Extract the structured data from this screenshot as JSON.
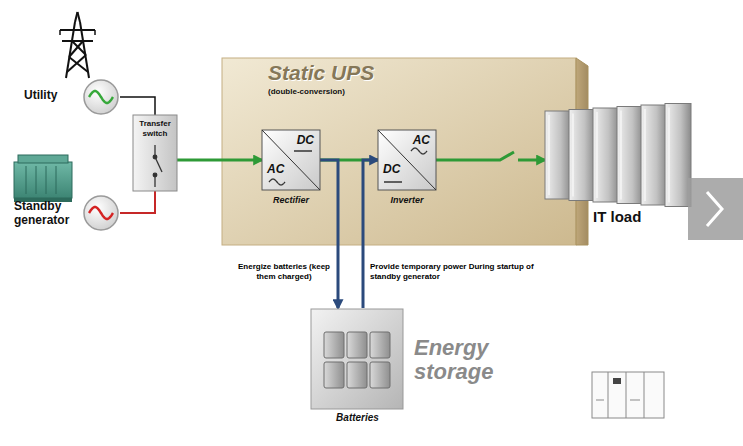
{
  "diagram": {
    "nodes": [
      {
        "text": [
          "Utility"
        ]
      },
      {
        "text": [
          "Standby generator"
        ]
      },
      {
        "text": [
          "Transfer switch"
        ]
      },
      {
        "text": [
          "Static UPS",
          "(double-conversion)"
        ]
      },
      {
        "text": [
          "DC",
          "AC",
          "Rectifier"
        ],
        "in": 3
      },
      {
        "text": [
          "AC",
          "DC",
          "Inverter"
        ],
        "in": 3
      },
      {
        "text": [
          "IT load"
        ]
      },
      {
        "text": [
          "Batteries"
        ]
      }
    ],
    "edges": [
      {
        "from": 0,
        "to": 2,
        "arrow": "none"
      },
      {
        "from": 1,
        "to": 2,
        "arrow": "none"
      },
      {
        "from": 2,
        "to": 4,
        "arrow": "to"
      },
      {
        "from": 4,
        "to": 5,
        "arrow": "none"
      },
      {
        "from": 5,
        "to": 6,
        "arrow": "to"
      },
      {
        "from": 4,
        "to": 7,
        "arrow": "to",
        "label": "Energize batteries (keep them charged)"
      },
      {
        "from": 7,
        "to": 5,
        "arrow": "to",
        "label": "Provide temporary power During startup of standby generator"
      }
    ],
    "labels": [
      "Energy storage"
    ]
  }
}
